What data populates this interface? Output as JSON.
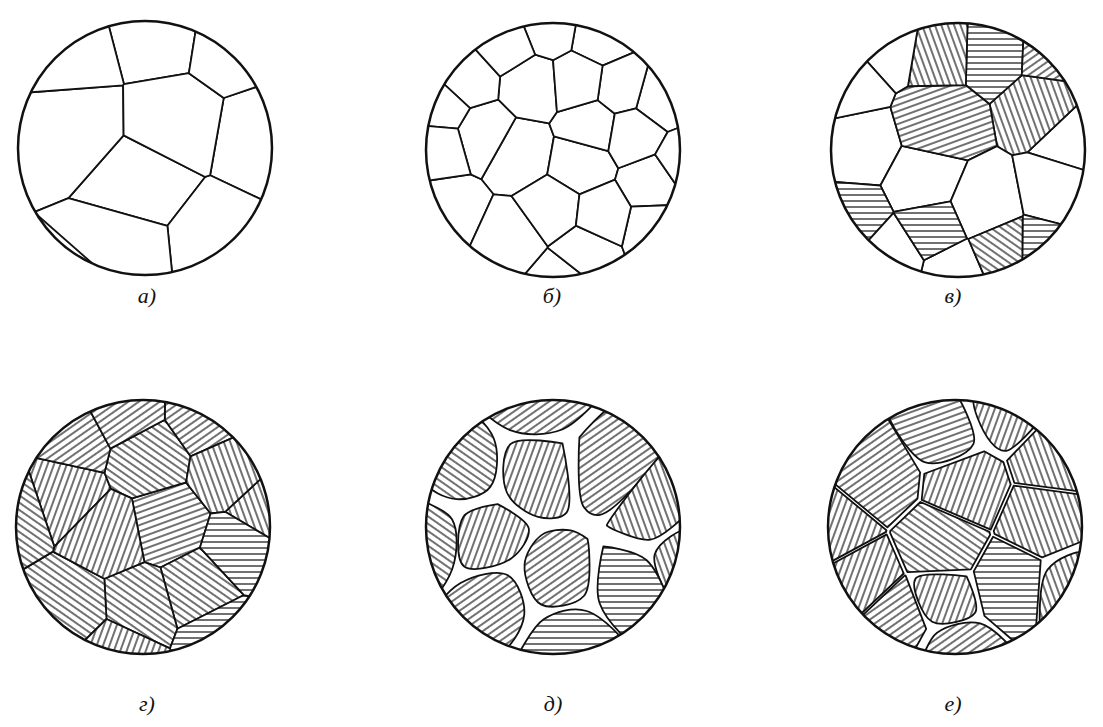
{
  "diagram": {
    "labels": [
      "а)",
      "б)",
      "в)",
      "г)",
      "д)",
      "е)"
    ]
  }
}
